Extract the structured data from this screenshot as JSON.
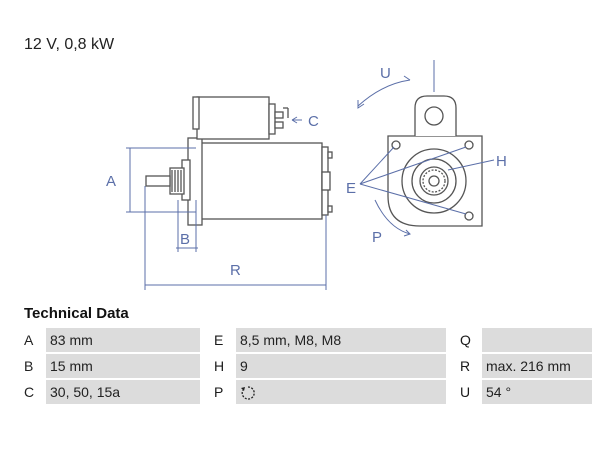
{
  "header": {
    "spec": "12 V, 0,8 kW"
  },
  "diagram": {
    "labels": {
      "a": "A",
      "b": "B",
      "c": "C",
      "r": "R",
      "e": "E",
      "h": "H",
      "p": "P",
      "u": "U"
    }
  },
  "technical_data": {
    "title": "Technical Data",
    "rows": [
      [
        {
          "key": "A",
          "value": "83 mm"
        },
        {
          "key": "E",
          "value": "8,5 mm, M8, M8"
        },
        {
          "key": "Q",
          "value": ""
        }
      ],
      [
        {
          "key": "B",
          "value": "15 mm"
        },
        {
          "key": "H",
          "value": "9"
        },
        {
          "key": "R",
          "value": "max. 216 mm"
        }
      ],
      [
        {
          "key": "C",
          "value": "30, 50, 15a"
        },
        {
          "key": "P",
          "value": "",
          "icon": "rotation-direction-icon"
        },
        {
          "key": "U",
          "value": "54 °"
        }
      ]
    ]
  }
}
